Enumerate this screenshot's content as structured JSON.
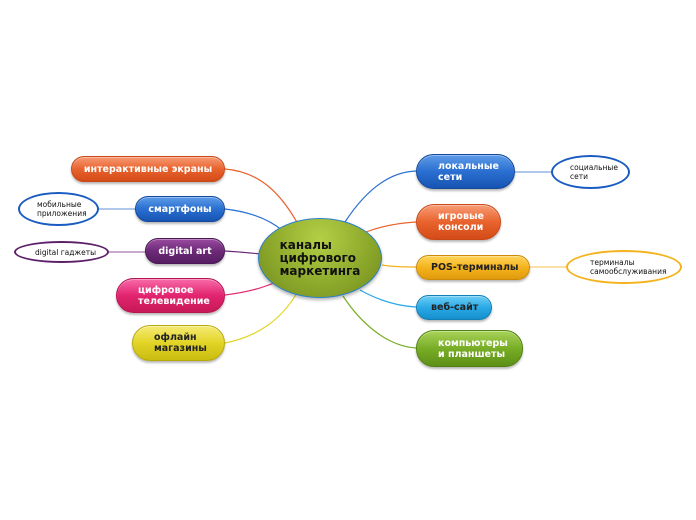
{
  "central": {
    "label": "каналы\nцифрового\nмаркетинга"
  },
  "left": [
    {
      "id": "interactive",
      "label": "интерактивные экраны",
      "color": "#e8632e"
    },
    {
      "id": "smartphones",
      "label": "смартфоны",
      "color": "#2a6fd1"
    },
    {
      "id": "digital-art",
      "label": "digital art",
      "color": "#6d2a78"
    },
    {
      "id": "digital-tv",
      "label": "цифровое\nтелевидение",
      "color": "#e2256f"
    },
    {
      "id": "offline-stores",
      "label": "офлайн\nмагазины",
      "color": "#e2d426"
    }
  ],
  "right": [
    {
      "id": "local-networks",
      "label": "локальные\nсети",
      "color": "#2a6fd1"
    },
    {
      "id": "game-consoles",
      "label": "игровые\nконсоли",
      "color": "#e8632e"
    },
    {
      "id": "pos-terminals",
      "label": "POS-терминалы",
      "color": "#f4b31c"
    },
    {
      "id": "website",
      "label": "веб-сайт",
      "color": "#2aa9e6"
    },
    {
      "id": "computers-tablets",
      "label": "компьютеры\nи планшеты",
      "color": "#78ad26"
    }
  ],
  "leaves": [
    {
      "id": "social-networks",
      "label": "социальные\nсети",
      "color": "#1a5cc0"
    },
    {
      "id": "mobile-apps",
      "label": "мобильные\nприложения",
      "color": "#1a5cc0"
    },
    {
      "id": "digital-gadgets",
      "label": "digital гаджеты",
      "color": "#5b1f68"
    },
    {
      "id": "self-service-terminals",
      "label": "терминалы\nсамообслуживания",
      "color": "#f4b31c"
    }
  ]
}
